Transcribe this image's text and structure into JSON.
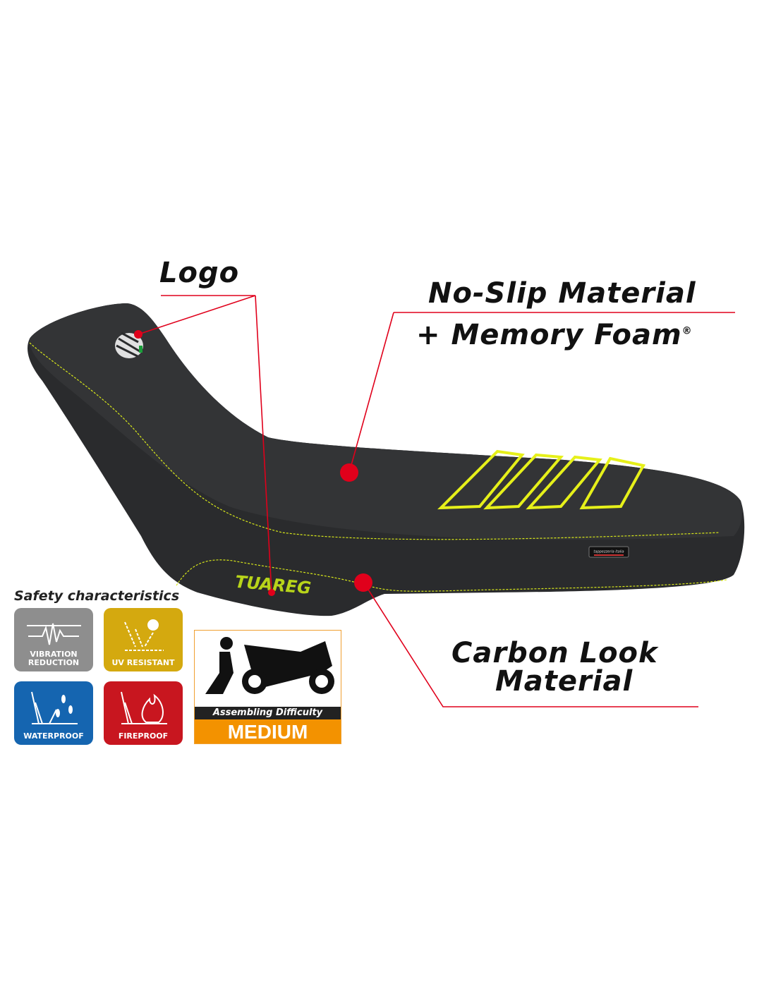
{
  "callouts": {
    "logo": "Logo",
    "no_slip_line1": "No-Slip Material",
    "no_slip_line2": "+ Memory Foam",
    "registered": "®",
    "carbon_line1": "Carbon Look",
    "carbon_line2": "Material"
  },
  "seat": {
    "model_text": "TUAREG",
    "brand_tag": "tappezzeria italia"
  },
  "safety": {
    "title": "Safety characteristics",
    "badges": [
      {
        "label_line1": "VIBRATION",
        "label_line2": "REDUCTION",
        "color": "#8e8e8e"
      },
      {
        "label_line1": "UV RESISTANT",
        "label_line2": "",
        "color": "#d4a90f"
      },
      {
        "label_line1": "WATERPROOF",
        "label_line2": "",
        "color": "#1565b0"
      },
      {
        "label_line1": "FIREPROOF",
        "label_line2": "",
        "color": "#c8161f"
      }
    ]
  },
  "difficulty": {
    "caption": "Assembling Difficulty",
    "level": "MEDIUM"
  },
  "colors": {
    "accent_red": "#e0001b",
    "stitch_yellow": "#d8e81a",
    "seat": "#2a2b2d"
  }
}
